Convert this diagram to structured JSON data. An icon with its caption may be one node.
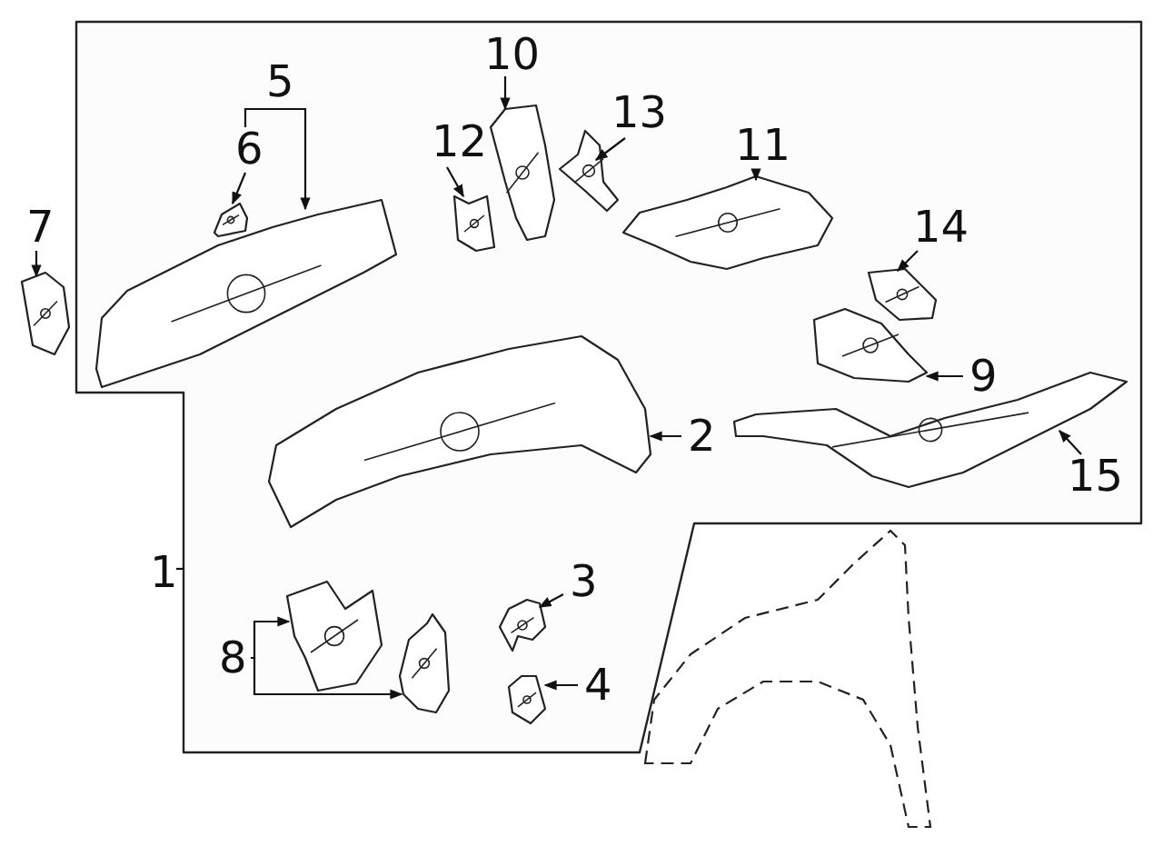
{
  "diagram": {
    "nodes": [
      {
        "text": [],
        "shape": "box"
      },
      {
        "text": [
          "5"
        ],
        "in": 0
      },
      {
        "text": [
          "10"
        ],
        "in": 0
      },
      {
        "text": [
          "6"
        ],
        "in": 0
      },
      {
        "text": [
          "13"
        ],
        "in": 0
      },
      {
        "text": [
          "12"
        ],
        "in": 0
      },
      {
        "text": [
          "11"
        ],
        "in": 0
      },
      {
        "text": [
          "7"
        ]
      },
      {
        "text": [
          "14"
        ],
        "in": 0
      },
      {
        "text": [
          "9"
        ],
        "in": 0
      },
      {
        "text": [
          "2"
        ],
        "in": 0
      },
      {
        "text": [
          "15"
        ],
        "in": 0
      },
      {
        "text": [
          "1"
        ]
      },
      {
        "text": [
          "3"
        ],
        "in": 0
      },
      {
        "text": [
          "8"
        ],
        "in": 0
      },
      {
        "text": [
          "4"
        ],
        "in": 0
      },
      {
        "text": [],
        "shape": "picture",
        "in": 0
      },
      {
        "text": [],
        "shape": "picture",
        "in": 0
      },
      {
        "text": [],
        "shape": "picture",
        "in": 0
      },
      {
        "text": [],
        "shape": "picture",
        "in": 0
      },
      {
        "text": [],
        "shape": "picture",
        "in": 0
      },
      {
        "text": [],
        "shape": "picture",
        "in": 0
      },
      {
        "text": [],
        "shape": "picture"
      },
      {
        "text": [],
        "shape": "picture",
        "in": 0
      },
      {
        "text": [],
        "shape": "picture",
        "in": 0
      },
      {
        "text": [],
        "shape": "picture",
        "in": 0
      },
      {
        "text": [],
        "shape": "picture",
        "in": 0
      },
      {
        "text": [],
        "shape": "picture",
        "in": 0
      },
      {
        "text": [],
        "shape": "picture",
        "in": 0
      },
      {
        "text": [],
        "shape": "picture",
        "in": 0
      },
      {
        "text": [],
        "shape": "picture",
        "in": 0
      }
    ],
    "edges": [
      {
        "from": 1,
        "to": 3,
        "arrow": "none"
      },
      {
        "from": 1,
        "to": 17,
        "arrow": "to"
      },
      {
        "from": 3,
        "to": 16,
        "arrow": "to"
      },
      {
        "from": 2,
        "to": 19,
        "arrow": "to"
      },
      {
        "from": 5,
        "to": 18,
        "arrow": "to"
      },
      {
        "from": 4,
        "to": 20,
        "arrow": "to"
      },
      {
        "from": 6,
        "to": 21,
        "arrow": "to"
      },
      {
        "from": 7,
        "to": 22,
        "arrow": "to"
      },
      {
        "from": 8,
        "to": 23,
        "arrow": "to"
      },
      {
        "from": 9,
        "to": 24,
        "arrow": "to"
      },
      {
        "from": 10,
        "to": 25,
        "arrow": "to"
      },
      {
        "from": 11,
        "to": 26,
        "arrow": "to"
      },
      {
        "from": 12,
        "to": 0,
        "arrow": "none"
      },
      {
        "from": 13,
        "to": 27,
        "arrow": "to"
      },
      {
        "from": 14,
        "to": 28,
        "arrow": "to"
      },
      {
        "from": 14,
        "to": 29,
        "arrow": "to"
      },
      {
        "from": 15,
        "to": 30,
        "arrow": "to"
      }
    ]
  }
}
